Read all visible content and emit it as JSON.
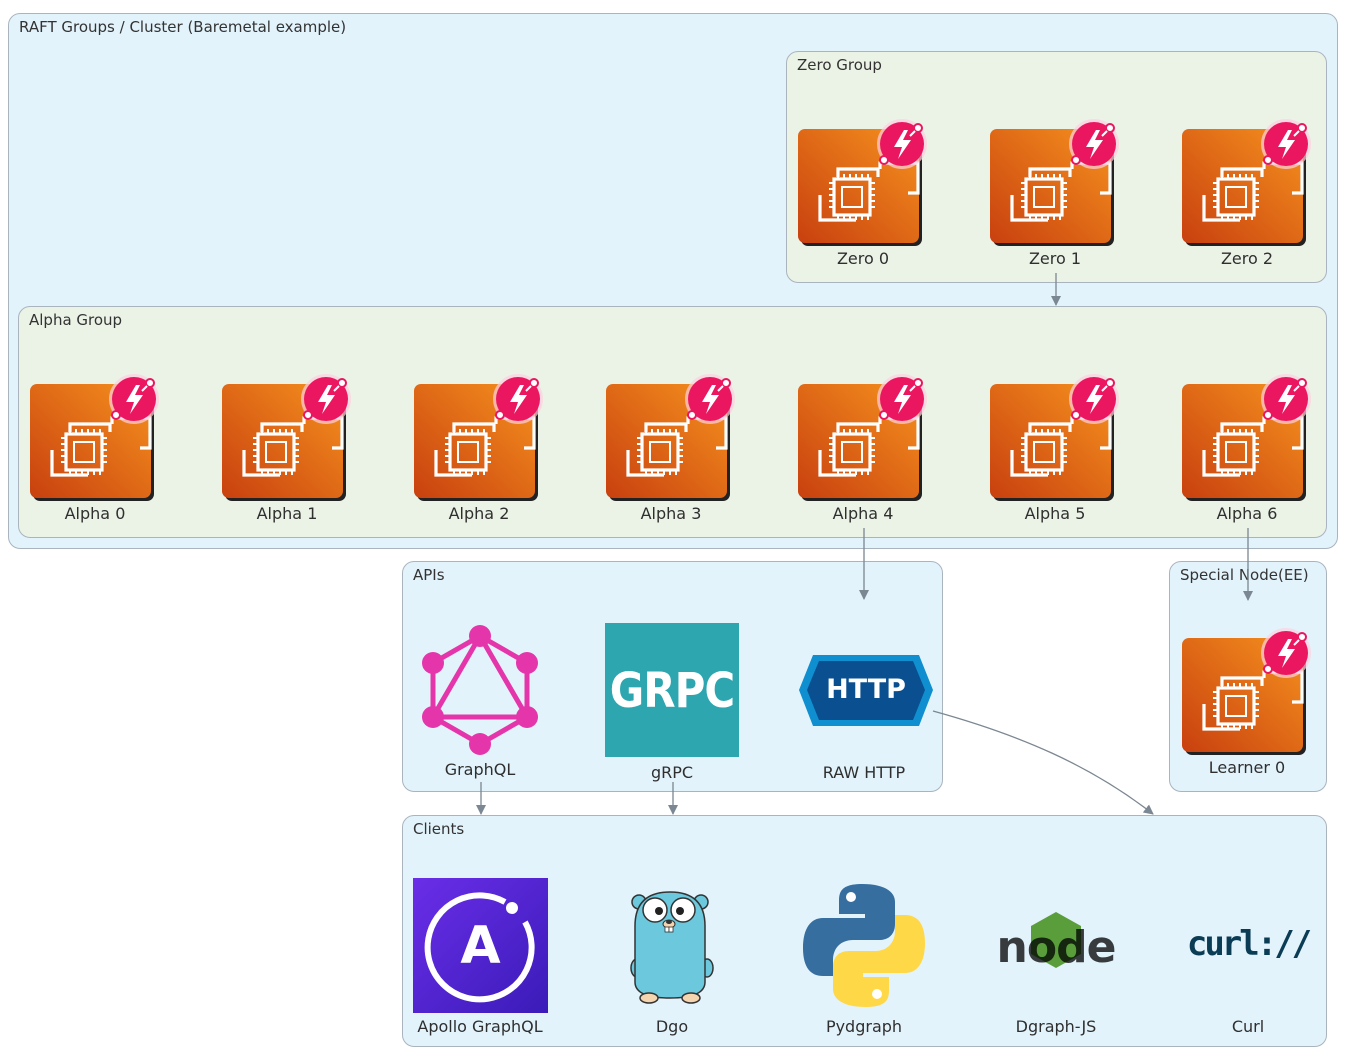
{
  "clusters": {
    "raft": "RAFT Groups / Cluster (Baremetal example)",
    "zero": "Zero Group",
    "alpha": "Alpha Group",
    "apis": "APIs",
    "special": "Special Node(EE)",
    "clients": "Clients"
  },
  "zero_nodes": [
    "Zero 0",
    "Zero 1",
    "Zero 2"
  ],
  "alpha_nodes": [
    "Alpha 0",
    "Alpha 1",
    "Alpha 2",
    "Alpha 3",
    "Alpha 4",
    "Alpha 5",
    "Alpha 6"
  ],
  "learner": "Learner 0",
  "apis": {
    "graphql": "GraphQL",
    "grpc": "gRPC",
    "grpc_logo": "GRPC",
    "http": "RAW HTTP",
    "http_logo": "HTTP"
  },
  "clients": {
    "apollo": "Apollo GraphQL",
    "apollo_logo": "A",
    "dgo": "Dgo",
    "pydgraph": "Pydgraph",
    "dgraphjs": "Dgraph-JS",
    "dgraphjs_logo": "node",
    "curl": "Curl",
    "curl_logo": "curl://"
  },
  "colors": {
    "edge": "#7b8792",
    "ec2_light": "#f08a1a",
    "ec2_dark": "#cc4a12",
    "badge": "#ea1760",
    "graphql": "#e535ab",
    "grpc": "#2da6b0",
    "http": "#0a5c9c",
    "apollo": "#4b1fd0",
    "gopher": "#6cc8dc",
    "python_blue": "#356e9f",
    "python_yellow": "#ffd848",
    "node_green": "#5a9e3b",
    "curl": "#0b3c56"
  }
}
